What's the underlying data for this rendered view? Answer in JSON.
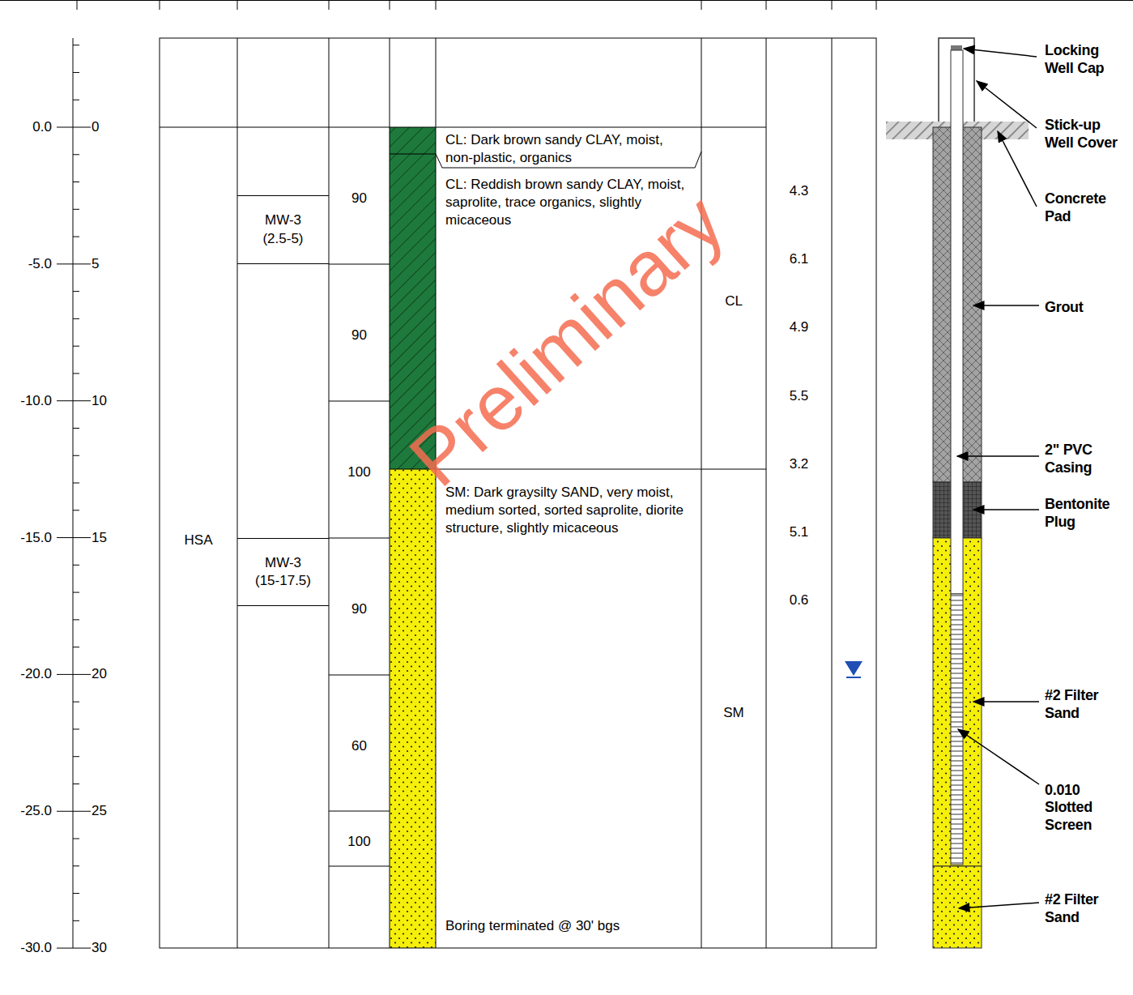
{
  "diagram": {
    "nodes": [
      {
        "text": [
          "MW-3 (2.5-5)"
        ]
      },
      {
        "text": [
          "MW-3 (15-17.5)"
        ]
      }
    ],
    "labels": [
      "0.0",
      "0",
      "-5.0",
      "5",
      "-10.0",
      "10",
      "-15.0",
      "15",
      "-20.0",
      "20",
      "-25.0",
      "25",
      "-30.0",
      "30",
      "HSA",
      "90",
      "90",
      "100",
      "90",
      "60",
      "100",
      "CL: Dark brown sandy CLAY, moist, non-plastic, organics",
      "CL: Reddish brown sandy CLAY, moist, saprolite, trace organics, slightly micaceous",
      "SM: Dark graysilty SAND, very moist, medium sorted, sorted saprolite, diorite structure, slightly micaceous",
      "Boring terminated @ 30' bgs",
      "CL",
      "SM",
      "4.3",
      "6.1",
      "4.9",
      "5.5",
      "3.2",
      "5.1",
      "0.6",
      "Locking Well Cap",
      "Stick-up Well Cover",
      "Concrete Pad",
      "Grout",
      "2\" PVC Casing",
      "Bentonite Plug",
      "#2 Filter Sand",
      "0.010 Slotted Screen",
      "#2 Filter Sand",
      "Preliminary"
    ]
  }
}
